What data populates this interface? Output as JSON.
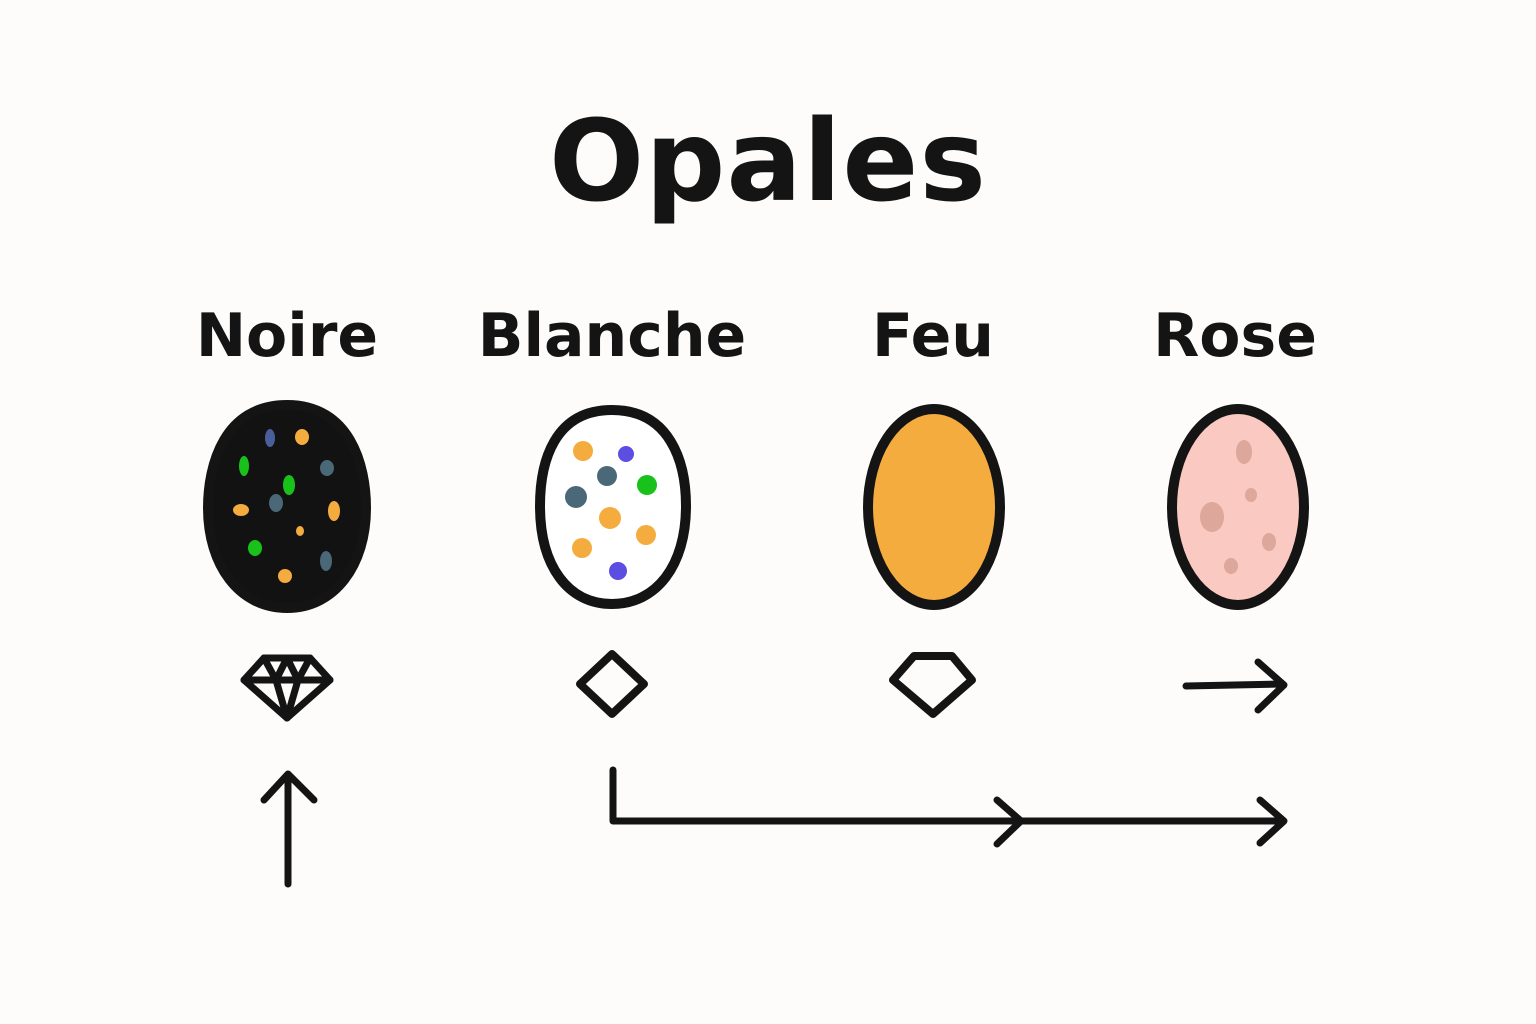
{
  "title": "Opales",
  "opals": [
    {
      "name": "Noire",
      "fill": "#121212",
      "icon": "gem-icon"
    },
    {
      "name": "Blanche",
      "fill": "#ffffff",
      "icon": "diamond-icon"
    },
    {
      "name": "Feu",
      "fill": "#f5ac3e",
      "icon": "hexagon-gem-icon"
    },
    {
      "name": "Rose",
      "fill": "#f9c9c2",
      "icon": "arrow-right-icon"
    }
  ],
  "colors": {
    "outline": "#141414",
    "background": "#fdfcfa",
    "fleck_orange": "#f5ac3e",
    "fleck_green": "#19c21a",
    "fleck_slate": "#4a6878",
    "fleck_violet": "#5b4ee0",
    "fleck_rose": "#d9a194"
  }
}
